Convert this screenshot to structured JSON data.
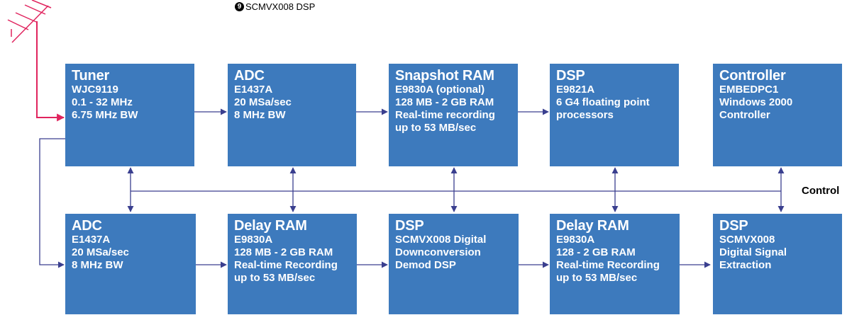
{
  "caption": {
    "number": "9",
    "text": "SCMVX008 DSP"
  },
  "bus_label": "Control",
  "top_row": [
    {
      "title": "Tuner",
      "lines": [
        "WJC9119",
        "0.1 - 32 MHz",
        "6.75 MHz BW"
      ]
    },
    {
      "title": "ADC",
      "lines": [
        "E1437A",
        "20 MSa/sec",
        "8 MHz BW"
      ]
    },
    {
      "title": "Snapshot RAM",
      "lines": [
        "E9830A (optional)",
        "128 MB - 2 GB RAM",
        "Real-time recording",
        "up to 53 MB/sec"
      ]
    },
    {
      "title": "DSP",
      "lines": [
        "E9821A",
        "6 G4  floating point",
        "processors"
      ]
    },
    {
      "title": "Controller",
      "lines": [
        "EMBEDPC1",
        "Windows 2000",
        "Controller"
      ]
    }
  ],
  "bottom_row": [
    {
      "title": "ADC",
      "lines": [
        "E1437A",
        "20 MSa/sec",
        "8 MHz BW"
      ]
    },
    {
      "title": "Delay RAM",
      "lines": [
        "E9830A",
        "128 MB - 2 GB RAM",
        "Real-time Recording",
        "up to 53 MB/sec"
      ]
    },
    {
      "title": "DSP",
      "lines": [
        "SCMVX008 Digital",
        "Downconversion",
        "Demod DSP"
      ]
    },
    {
      "title": "Delay RAM",
      "lines": [
        "E9830A",
        "128 - 2 GB RAM",
        "Real-time Recording",
        "up to 53 MB/sec"
      ]
    },
    {
      "title": "DSP",
      "lines": [
        "SCMVX008",
        "Digital Signal",
        "Extraction"
      ]
    }
  ],
  "colors": {
    "block": "#3d7abd",
    "signal": "#3a3f8f",
    "antenna": "#e0245e"
  }
}
